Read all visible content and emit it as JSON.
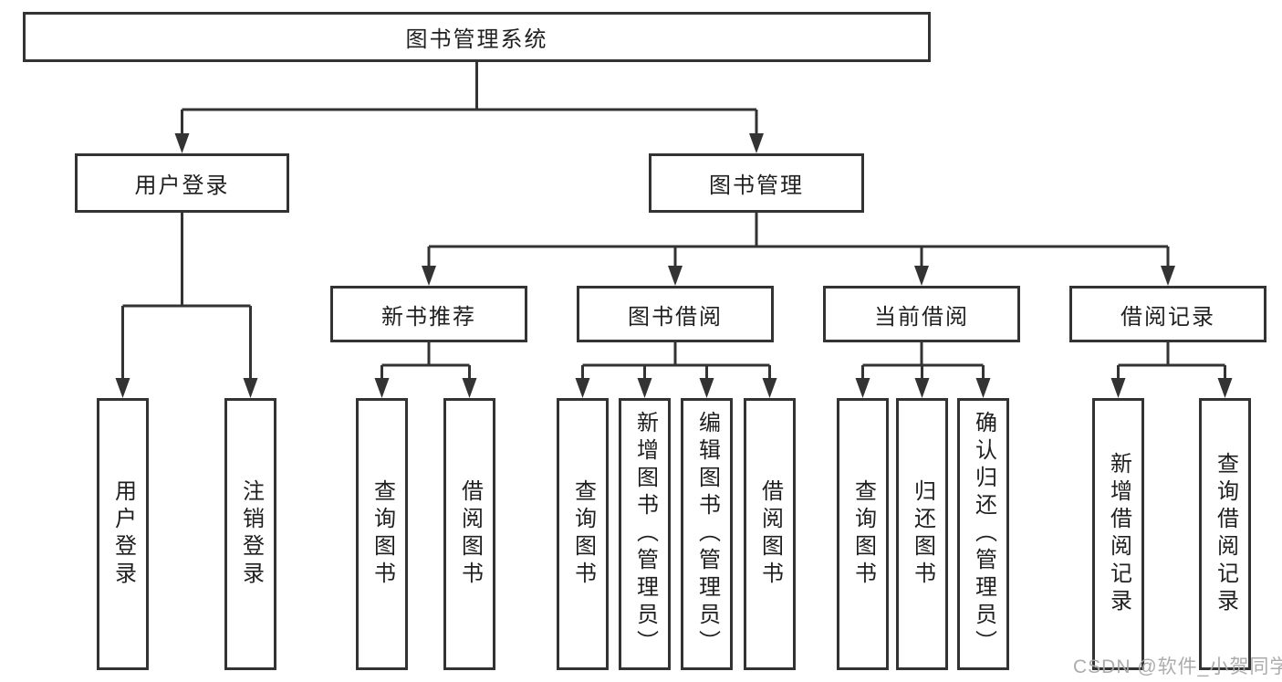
{
  "diagram": {
    "title": "图书管理系统",
    "root": {
      "label": "图书管理系统"
    },
    "branches": [
      {
        "label": "用户登录",
        "children": [
          {
            "label": "用户登录"
          },
          {
            "label": "注销登录"
          }
        ]
      },
      {
        "label": "图书管理",
        "children": [
          {
            "label": "新书推荐",
            "children": [
              {
                "label": "查询图书"
              },
              {
                "label": "借阅图书"
              }
            ]
          },
          {
            "label": "图书借阅",
            "children": [
              {
                "label": "查询图书"
              },
              {
                "label": "新增图书（管理员）"
              },
              {
                "label": "编辑图书（管理员）"
              },
              {
                "label": "借阅图书"
              }
            ]
          },
          {
            "label": "当前借阅",
            "children": [
              {
                "label": "查询图书"
              },
              {
                "label": "归还图书"
              },
              {
                "label": "确认归还（管理员）"
              }
            ]
          },
          {
            "label": "借阅记录",
            "children": [
              {
                "label": "新增借阅记录"
              },
              {
                "label": "查询借阅记录"
              }
            ]
          }
        ]
      }
    ]
  },
  "watermark": {
    "text": "CSDN @软件_小贺同学"
  },
  "colors": {
    "line": "#333333",
    "text": "#1f1f1f",
    "background": "#ffffff",
    "watermark": "#a8a8a8"
  }
}
